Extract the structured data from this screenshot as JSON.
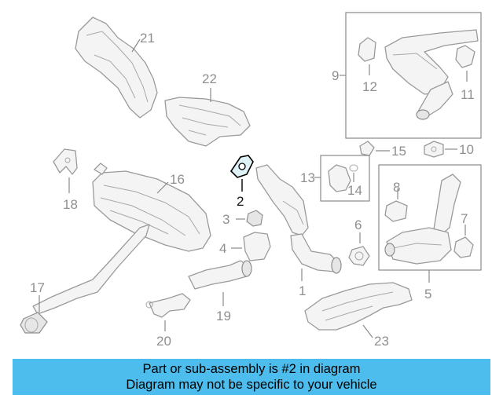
{
  "diagram": {
    "highlighted_part": "2",
    "callouts": {
      "c1": "1",
      "c2": "2",
      "c3": "3",
      "c4": "4",
      "c5": "5",
      "c6": "6",
      "c7": "7",
      "c8": "8",
      "c9": "9",
      "c10": "10",
      "c11": "11",
      "c12": "12",
      "c13": "13",
      "c14": "14",
      "c15": "15",
      "c16": "16",
      "c17": "17",
      "c18": "18",
      "c19": "19",
      "c20": "20",
      "c21": "21",
      "c22": "22",
      "c23": "23"
    },
    "colors": {
      "highlight": "#000000",
      "banner": "#4dbdee",
      "callout": "#8f8f8f"
    }
  },
  "banner": {
    "line1": "Part or sub-assembly is #2 in diagram",
    "line2": "Diagram may not be specific to your vehicle"
  }
}
